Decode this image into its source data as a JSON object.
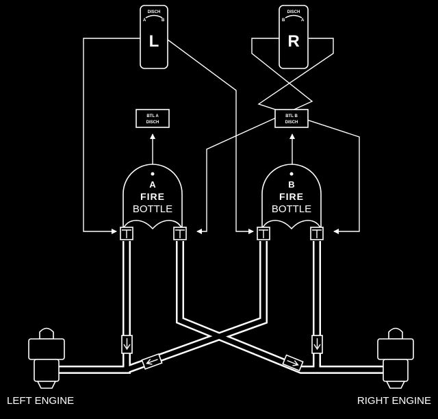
{
  "handles": {
    "left": {
      "disch_label": "DISCH",
      "side_a": "A",
      "side_b": "B",
      "letter": "L"
    },
    "right": {
      "disch_label": "DISCH",
      "side_a": "B",
      "side_b": "A",
      "letter": "R"
    }
  },
  "lights": {
    "a": {
      "line1": "BTL A",
      "line2": "DISCH"
    },
    "b": {
      "line1": "BTL B",
      "line2": "DISCH"
    }
  },
  "bottles": {
    "a": {
      "letter": "A",
      "fire": "FIRE",
      "word": "BOTTLE"
    },
    "b": {
      "letter": "B",
      "fire": "FIRE",
      "word": "BOTTLE"
    }
  },
  "engines": {
    "left": {
      "label": "LEFT ENGINE"
    },
    "right": {
      "label": "RIGHT ENGINE"
    }
  },
  "colors": {
    "background": "#000000",
    "line": "#ffffff"
  }
}
